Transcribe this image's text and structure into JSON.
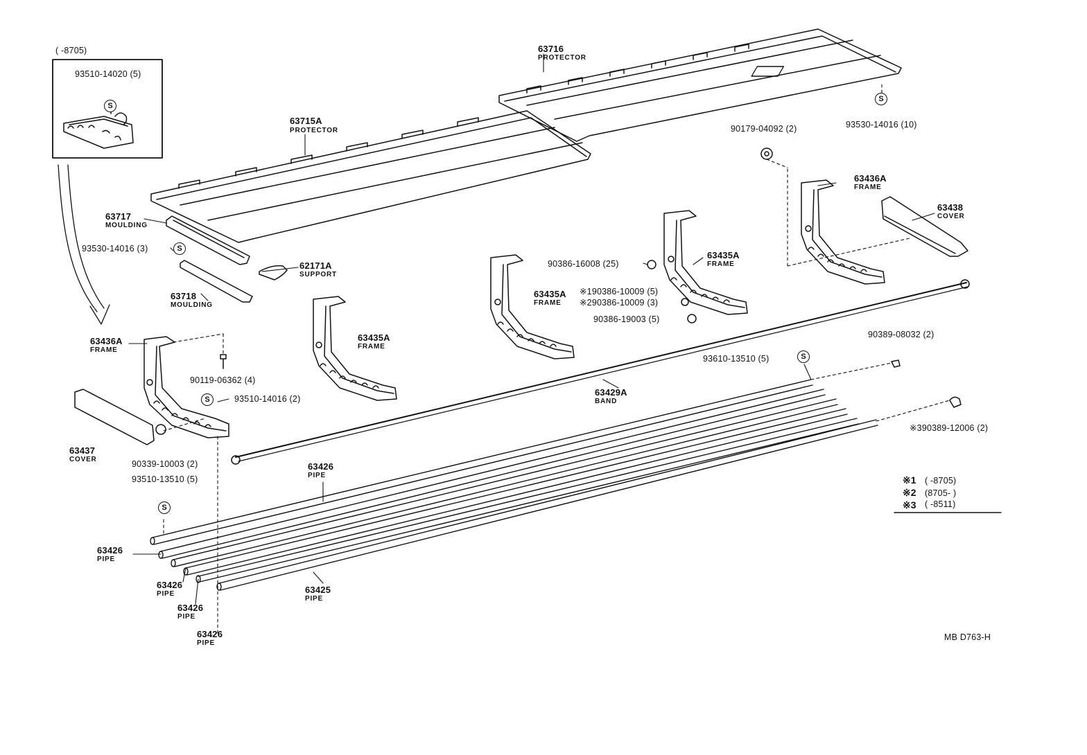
{
  "inset": {
    "range": "(     -8705)",
    "part": "93510-14020 (5)",
    "marker": "S"
  },
  "parts": {
    "p63716": {
      "number": "63716",
      "name": "PROTECTOR"
    },
    "p63715A": {
      "number": "63715A",
      "name": "PROTECTOR"
    },
    "p93530_10": {
      "label": "93530-14016 (10)"
    },
    "p90179": {
      "label": "90179-04092 (2)"
    },
    "p63436A_right": {
      "number": "63436A",
      "name": "FRAME"
    },
    "p63438": {
      "number": "63438",
      "name": "COVER"
    },
    "p63717": {
      "number": "63717",
      "name": "MOULDING"
    },
    "p93530_3": {
      "label": "93530-14016 (3)"
    },
    "p62171A": {
      "number": "62171A",
      "name": "SUPPORT"
    },
    "p63718": {
      "number": "63718",
      "name": "MOULDING"
    },
    "p90386_16008": {
      "label": "90386-16008 (25)"
    },
    "p63435A_right": {
      "number": "63435A",
      "name": "FRAME"
    },
    "p63435A_mid": {
      "number": "63435A",
      "name": "FRAME"
    },
    "p90386_10009_1": {
      "label": "※190386-10009 (5)"
    },
    "p90386_10009_2": {
      "label": "※290386-10009 (3)"
    },
    "p90386_19003": {
      "label": "90386-19003 (5)"
    },
    "p63435A_left": {
      "number": "63435A",
      "name": "FRAME"
    },
    "p63436A_left": {
      "number": "63436A",
      "name": "FRAME"
    },
    "p90119": {
      "label": "90119-06362 (4)"
    },
    "p93510_14016": {
      "label": "93510-14016 (2)"
    },
    "p63437": {
      "number": "63437",
      "name": "COVER"
    },
    "p90339": {
      "label": "90339-10003 (2)"
    },
    "p93510_13510_left": {
      "label": "93510-13510 (5)"
    },
    "p93610_13510": {
      "label": "93610-13510 (5)"
    },
    "p90389_08032": {
      "label": "90389-08032 (2)"
    },
    "p63429A": {
      "number": "63429A",
      "name": "BAND"
    },
    "p90389_12006": {
      "label": "※390389-12006 (2)"
    },
    "p63426_top": {
      "number": "63426",
      "name": "PIPE"
    },
    "p63426_a": {
      "number": "63426",
      "name": "PIPE"
    },
    "p63426_b": {
      "number": "63426",
      "name": "PIPE"
    },
    "p63426_c": {
      "number": "63426",
      "name": "PIPE"
    },
    "p63426_d": {
      "number": "63426",
      "name": "PIPE"
    },
    "p63425": {
      "number": "63425",
      "name": "PIPE"
    }
  },
  "legend": {
    "n1": {
      "mark": "※1",
      "range": "(       -8705)"
    },
    "n2": {
      "mark": "※2",
      "range": "(8705-        )"
    },
    "n3": {
      "mark": "※3",
      "range": "(       -8511)"
    }
  },
  "drawing_code": "MB D763-H",
  "marker": "S"
}
